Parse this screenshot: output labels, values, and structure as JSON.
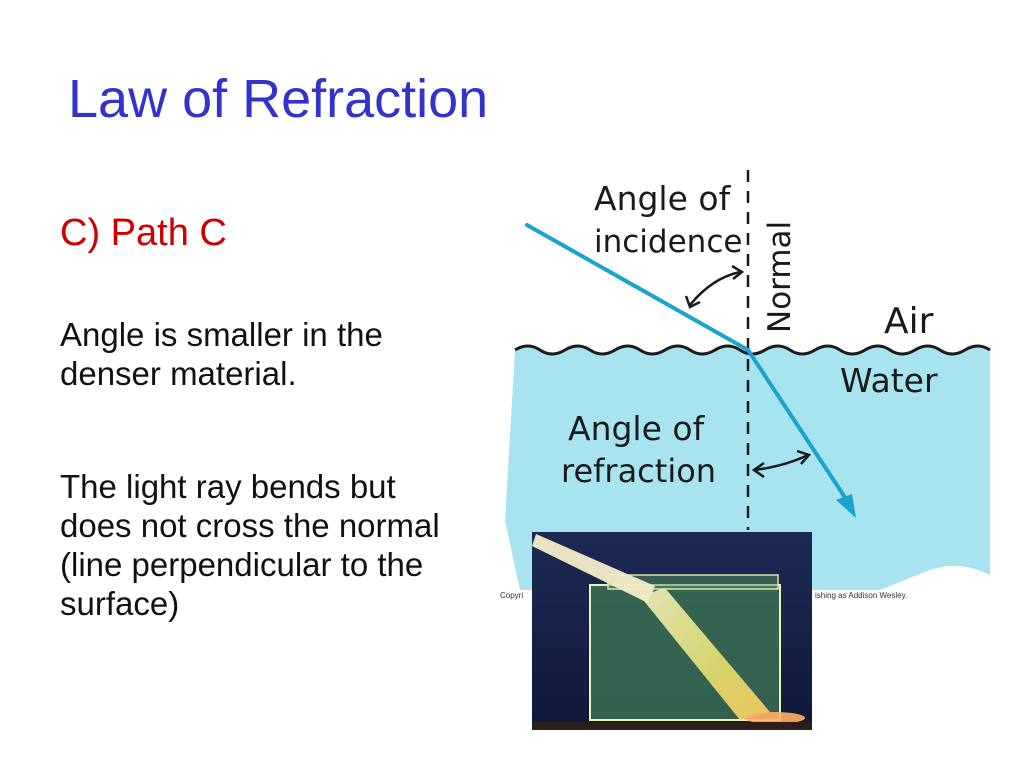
{
  "slide": {
    "title": "Law of Refraction",
    "subheading": "C) Path C",
    "paragraphs": [
      "Angle is smaller in the denser material.",
      "The light ray bends but does not cross the normal (line perpendicular to the surface)"
    ]
  },
  "diagram": {
    "label_incidence_line1": "Angle of",
    "label_incidence_line2": "incidence",
    "label_normal": "Normal",
    "label_air": "Air",
    "label_water": "Water",
    "label_refraction_line1": "Angle of",
    "label_refraction_line2": "refraction",
    "copyright_left": "Copyri",
    "copyright_right": "ishing as Addison Wesley.",
    "colors": {
      "water": "#a8e4f0",
      "ray": "#1aa3cf",
      "ink": "#1a1a1a"
    }
  },
  "photo": {
    "description_icon": "refraction-photo-glass-block"
  }
}
